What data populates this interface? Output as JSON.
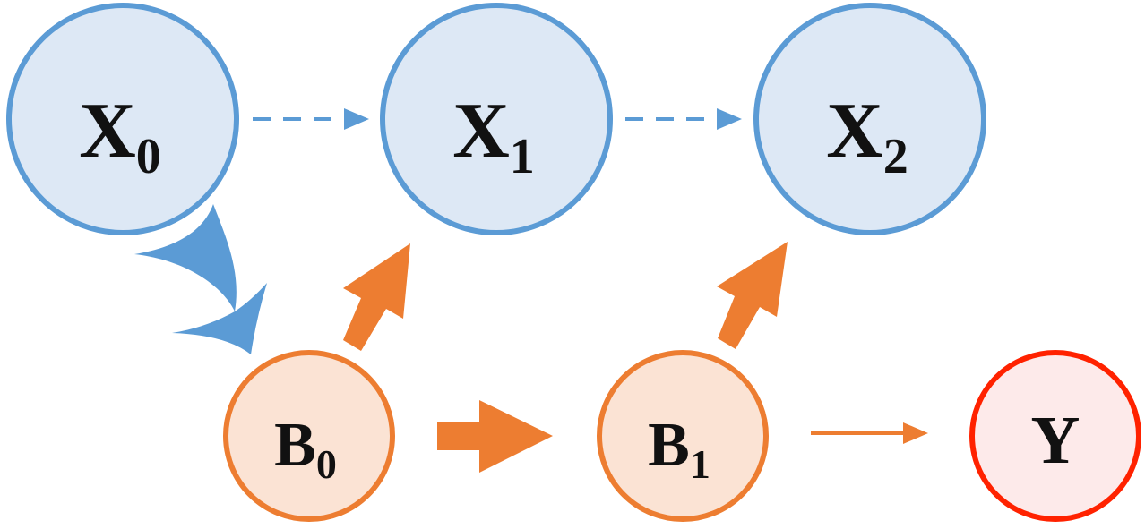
{
  "diagram": {
    "nodes": {
      "x0": {
        "letter": "X",
        "subscript": "0"
      },
      "x1": {
        "letter": "X",
        "subscript": "1"
      },
      "x2": {
        "letter": "X",
        "subscript": "2"
      },
      "b0": {
        "letter": "B",
        "subscript": "0"
      },
      "b1": {
        "letter": "B",
        "subscript": "1"
      },
      "y": {
        "letter": "Y",
        "subscript": ""
      }
    },
    "colors": {
      "x_fill": "#dde8f5",
      "x_stroke": "#5b9bd5",
      "b_fill": "#fbe3d4",
      "b_stroke": "#ed7d31",
      "y_fill": "#fdeaea",
      "y_stroke": "#ff2200",
      "blue_arrow": "#5b9bd5",
      "orange_arrow": "#ed7d31"
    }
  }
}
